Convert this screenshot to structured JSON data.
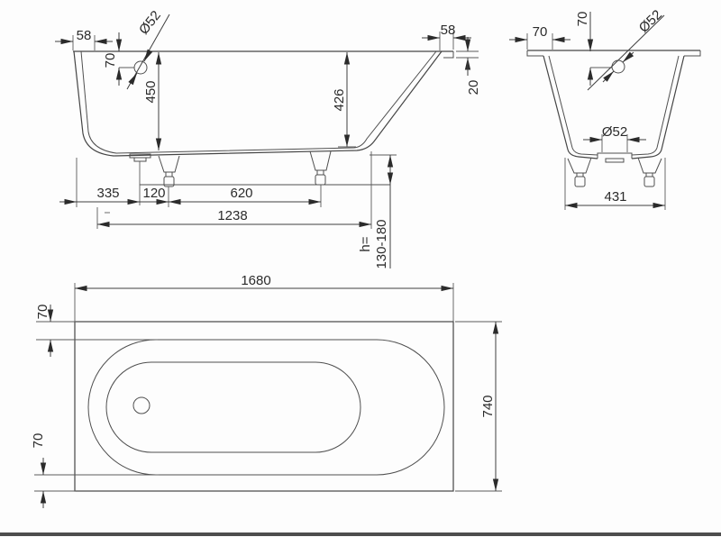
{
  "views": {
    "side": {
      "dim_rim_overhang_left": "58",
      "dim_overflow_diameter": "Ø52",
      "dim_overflow_offset": "70",
      "dim_inner_depth": "450",
      "dim_inner_depth_back": "426",
      "dim_rim_overhang_right": "58",
      "dim_rim_lip": "20",
      "dim_left_to_drain": "335",
      "dim_drain_to_foot": "120",
      "dim_foot_spacing": "620",
      "dim_base_length": "1238",
      "dim_height_label": "h=",
      "dim_height_range": "130-180"
    },
    "end": {
      "dim_rim_overhang": "70",
      "dim_overflow_offset": "70",
      "dim_overflow_diameter": "Ø52",
      "dim_drain_diameter": "Ø52",
      "dim_foot_track": "431"
    },
    "plan": {
      "dim_length": "1680",
      "dim_rim_top": "70",
      "dim_rim_bottom": "70",
      "dim_width": "740"
    }
  }
}
